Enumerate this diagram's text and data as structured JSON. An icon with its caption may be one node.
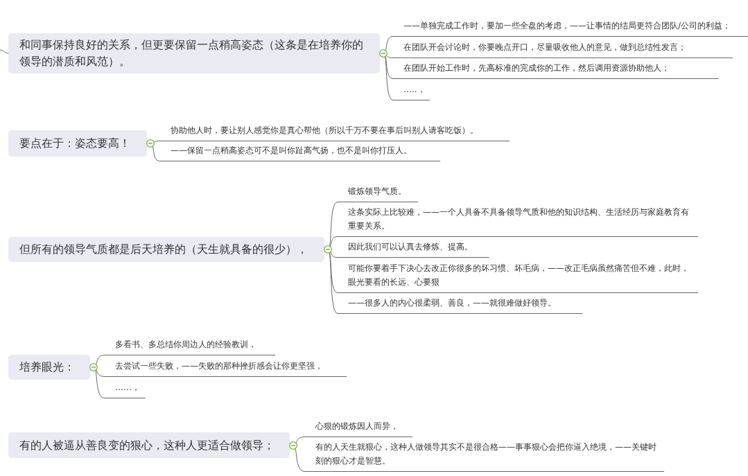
{
  "diagram": {
    "nodes": [
      {
        "text": [
          "和同事保持良好的关系，但更要保留一点稍高姿态（这条是在培养你的领导的潜质和风范）。"
        ]
      },
      {
        "text": [
          "——单独完成工作时，要加一些全盘的考虑，——让事情的结局更符合团队/公司的利益；"
        ]
      },
      {
        "text": [
          "在团队开会讨论时，你要晚点开口，尽量吸收他人的意见，做到总结性发言；"
        ]
      },
      {
        "text": [
          "在团队开始工作时，先高标准的完成你的工作，然后调用资源协助他人；"
        ]
      },
      {
        "text": [
          "…..，"
        ]
      },
      {
        "text": [
          "要点在于：姿态要高！"
        ]
      },
      {
        "text": [
          "协助他人时，要让别人感觉你是真心帮他（所以千万不要在事后叫别人请客吃饭）。"
        ]
      },
      {
        "text": [
          "——保留一点稍高姿态可不是叫你趾高气扬，也不是叫你打压人。"
        ]
      },
      {
        "text": [
          "但所有的领导气质都是后天培养的（天生就具备的很少），"
        ]
      },
      {
        "text": [
          "锻炼领导气质。"
        ]
      },
      {
        "text": [
          "这条实际上比较难，——一个人具备不具备领导气质和他的知识结构、生活经历与家庭教育有重要关系。"
        ]
      },
      {
        "text": [
          "因此我们可以认真去修炼、提高。"
        ]
      },
      {
        "text": [
          "可能你要着手下决心去改正你很多的坏习惯、坏毛病，——改正毛病虽然痛苦但不难，此时，眼光要看的长远、心要狠"
        ]
      },
      {
        "text": [
          "——很多人的内心很柔弱、善良，——就很难做好领导。"
        ]
      },
      {
        "text": [
          "培养眼光："
        ]
      },
      {
        "text": [
          "多看书、多总结你周边人的经验教训，"
        ]
      },
      {
        "text": [
          "去尝试一些失败，——失败的那种挫折感会让你更坚强，"
        ]
      },
      {
        "text": [
          "……，"
        ]
      },
      {
        "text": [
          "有的人被逼从善良变的狠心，这种人更适合做领导；"
        ]
      },
      {
        "text": [
          "心狠的锻炼因人而异，"
        ]
      },
      {
        "text": [
          "有的人天生就狠心，这种人做领导其实不是很合格——事事狠心会把你逼入绝境，——关键时刻的狠心才是智慧。"
        ]
      }
    ],
    "edges": [
      {
        "from": null,
        "to": 0,
        "arrow": "none"
      },
      {
        "from": 0,
        "to": 1,
        "arrow": "none"
      },
      {
        "from": 0,
        "to": 2,
        "arrow": "none"
      },
      {
        "from": 0,
        "to": 3,
        "arrow": "none"
      },
      {
        "from": 0,
        "to": 4,
        "arrow": "none"
      },
      {
        "from": 5,
        "to": 6,
        "arrow": "none"
      },
      {
        "from": 5,
        "to": 7,
        "arrow": "none"
      },
      {
        "from": 8,
        "to": 9,
        "arrow": "none"
      },
      {
        "from": 8,
        "to": 10,
        "arrow": "none"
      },
      {
        "from": 8,
        "to": 11,
        "arrow": "none"
      },
      {
        "from": 8,
        "to": 12,
        "arrow": "none"
      },
      {
        "from": 8,
        "to": 13,
        "arrow": "none"
      },
      {
        "from": 14,
        "to": 15,
        "arrow": "none"
      },
      {
        "from": 14,
        "to": 16,
        "arrow": "none"
      },
      {
        "from": 14,
        "to": 17,
        "arrow": "none"
      },
      {
        "from": 18,
        "to": 19,
        "arrow": "none"
      },
      {
        "from": 18,
        "to": 20,
        "arrow": "none"
      }
    ]
  }
}
